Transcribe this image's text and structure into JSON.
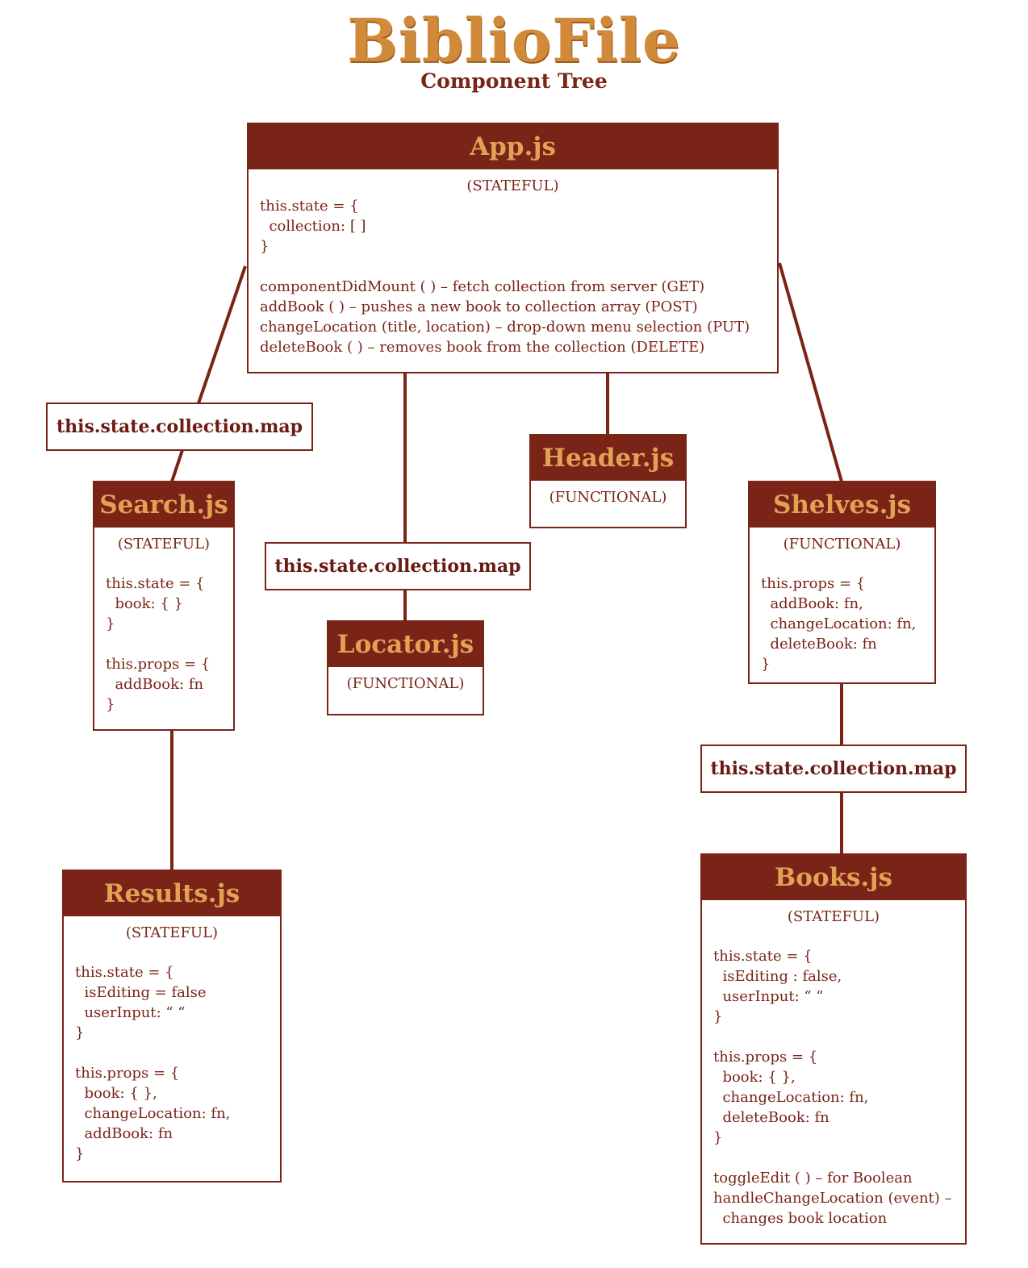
{
  "title": "BiblioFile",
  "subtitle": "Component Tree",
  "colors": {
    "primary": "#7a2418",
    "accent": "#e1a255"
  },
  "nodes": {
    "app": {
      "name": "App.js",
      "type": "(STATEFUL)",
      "state": "this.state = {\n  collection: [ ]\n}",
      "methods": "componentDidMount ( ) – fetch collection from server (GET)\naddBook ( ) – pushes a new book to collection array (POST)\nchangeLocation (title, location) – drop-down menu selection (PUT)\ndeleteBook ( ) – removes book from the collection (DELETE)"
    },
    "search": {
      "name": "Search.js",
      "type": "(STATEFUL)",
      "state": "this.state = {\n  book: { }\n}",
      "props": "this.props = {\n  addBook: fn\n}"
    },
    "locator": {
      "name": "Locator.js",
      "type": "(FUNCTIONAL)"
    },
    "header": {
      "name": "Header.js",
      "type": "(FUNCTIONAL)"
    },
    "shelves": {
      "name": "Shelves.js",
      "type": "(FUNCTIONAL)",
      "props": "this.props = {\n  addBook: fn,\n  changeLocation: fn,\n  deleteBook: fn\n}"
    },
    "results": {
      "name": "Results.js",
      "type": "(STATEFUL)",
      "state": "this.state = {\n  isEditing = false\n  userInput: “ “\n}",
      "props": "this.props = {\n  book: { },\n  changeLocation: fn,\n  addBook: fn\n}"
    },
    "books": {
      "name": "Books.js",
      "type": "(STATEFUL)",
      "state": "this.state = {\n  isEditing : false,\n  userInput: “ “\n}",
      "props": "this.props = {\n  book: { },\n  changeLocation: fn,\n  deleteBook: fn\n}",
      "methods": "toggleEdit ( ) – for Boolean\nhandleChangeLocation (event) –\n  changes book location"
    }
  },
  "map_labels": {
    "left": "this.state.collection.map",
    "middle": "this.state.collection.map",
    "right": "this.state.collection.map"
  }
}
